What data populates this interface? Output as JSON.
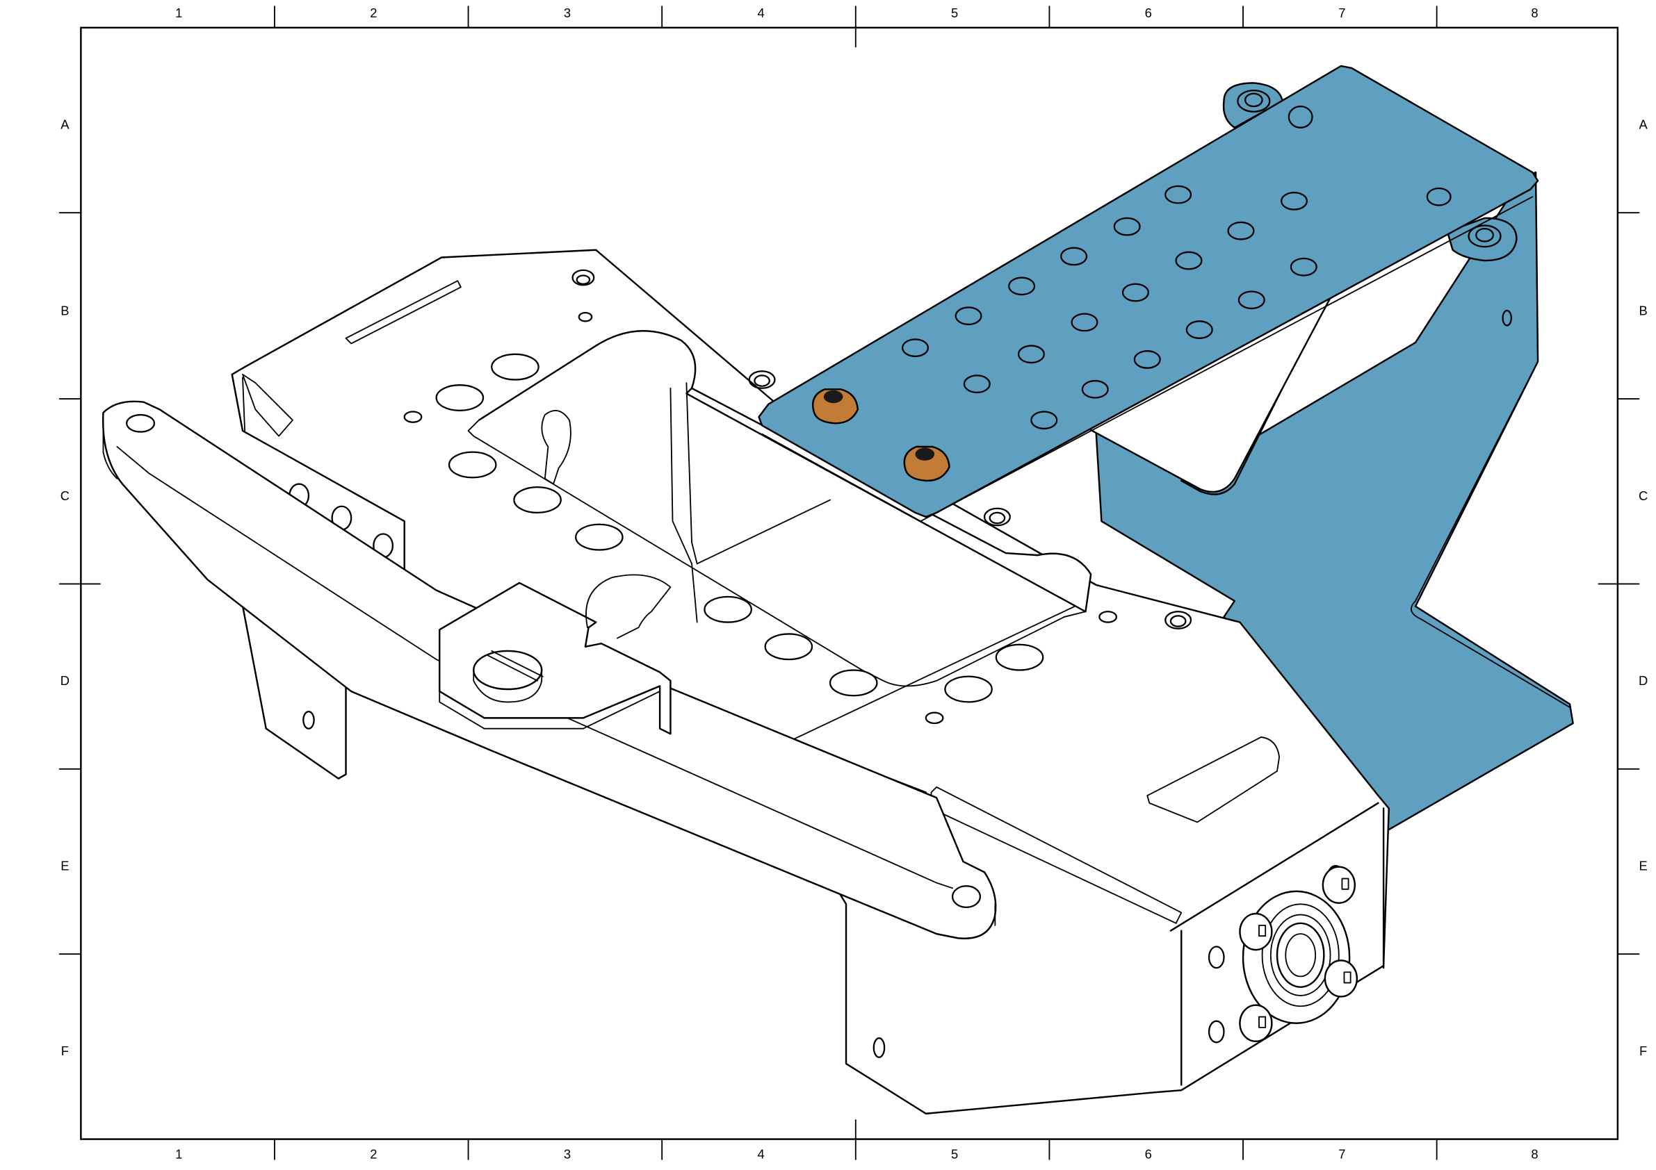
{
  "drawing": {
    "type": "isometric technical assembly drawing",
    "frame": {
      "columns": [
        "1",
        "2",
        "3",
        "4",
        "5",
        "6",
        "7",
        "8"
      ],
      "rows": [
        "A",
        "B",
        "C",
        "D",
        "E",
        "F"
      ]
    },
    "colors": {
      "line": "#000000",
      "background": "#ffffff",
      "mounting_bracket": "#5f9fc0",
      "standoffs": "#c27c35"
    },
    "parts": [
      {
        "id": "base-chassis-plate",
        "color": "white"
      },
      {
        "id": "lever-arm",
        "color": "white"
      },
      {
        "id": "bearing-end-plate",
        "color": "white"
      },
      {
        "id": "slotted-clamp-bracket",
        "color": "white"
      },
      {
        "id": "mounting-bracket",
        "color": "blue"
      },
      {
        "id": "bronze-standoffs",
        "count": 2,
        "color": "bronze"
      }
    ]
  }
}
